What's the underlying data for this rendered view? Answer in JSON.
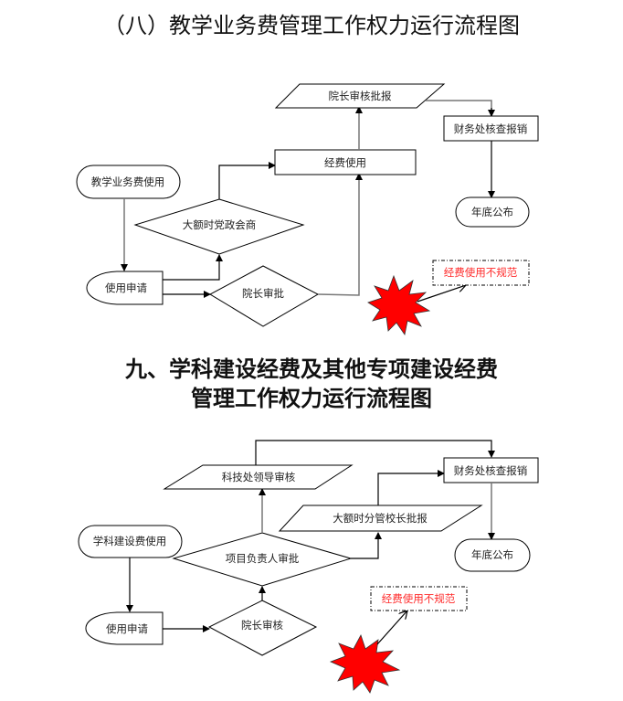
{
  "section1": {
    "title": "（八）教学业务费管理工作权力运行流程图",
    "nodes": {
      "start": "教学业务费使用",
      "apply": "使用申请",
      "party_meeting": "大额时党政会商",
      "dean_approve": "院长审批",
      "fund_use": "经费使用",
      "dean_review_report": "院长审核批报",
      "finance_check": "财务处核查报销",
      "year_end": "年底公布",
      "risk": "经费使用不规范"
    }
  },
  "section2": {
    "title_line1": "九、学科建设经费及其他专项建设经费",
    "title_line2": "管理工作权力运行流程图",
    "nodes": {
      "start": "学科建设费使用",
      "apply": "使用申请",
      "dean_review": "院长审核",
      "project_leader": "项目负责人审批",
      "sci_tech_review": "科技处领导审核",
      "vp_report": "大额时分管校长批报",
      "finance_check": "财务处核查报销",
      "year_end": "年底公布",
      "risk": "经费使用不规范"
    }
  },
  "colors": {
    "risk_text": "#ff2a2a",
    "star_fill": "#ff0000",
    "line": "#000000"
  }
}
